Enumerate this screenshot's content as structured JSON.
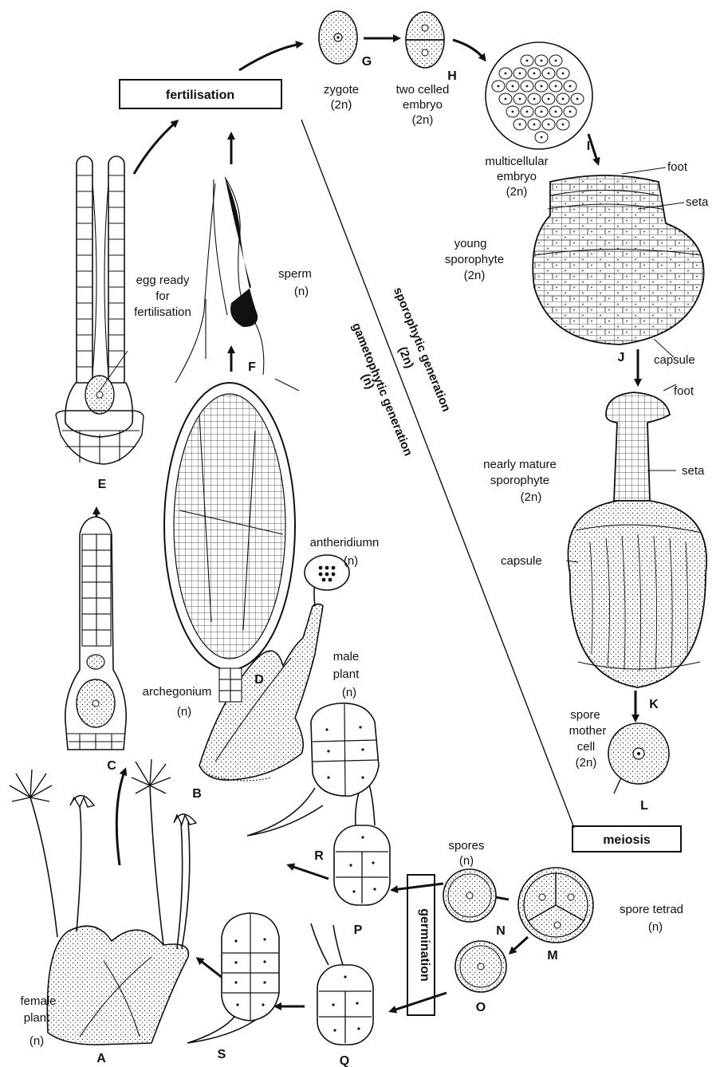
{
  "box": {
    "fertilisation": "fertilisation",
    "meiosis": "meiosis",
    "germination": "germination"
  },
  "stages": {
    "A": "A",
    "B": "B",
    "C": "C",
    "D": "D",
    "E": "E",
    "F": "F",
    "G": "G",
    "H": "H",
    "I": "I",
    "J": "J",
    "K": "K",
    "L": "L",
    "M": "M",
    "N": "N",
    "O": "O",
    "P": "P",
    "Q": "Q",
    "R": "R",
    "S": "S"
  },
  "labels": {
    "zygote": "zygote",
    "zygote_ploidy": "(2n)",
    "two_celled_1": "two celled",
    "two_celled_2": "embryo",
    "two_celled_ploidy": "(2n)",
    "multi_1": "multicellular",
    "multi_2": "embryo",
    "multi_ploidy": "(2n)",
    "foot_top": "foot",
    "seta_top": "seta",
    "young_1": "young",
    "young_2": "sporophyte",
    "young_ploidy": "(2n)",
    "capsule_top": "capsule",
    "foot_mid": "foot",
    "mature_1": "nearly mature",
    "mature_2": "sporophyte",
    "mature_ploidy": "(2n)",
    "seta_mid": "seta",
    "capsule_mid": "capsule",
    "smc_1": "spore",
    "smc_2": "mother",
    "smc_3": "cell",
    "smc_ploidy": "(2n)",
    "tetrad_1": "spore tetrad",
    "tetrad_ploidy": "(n)",
    "spores": "spores",
    "spores_ploidy": "(n)",
    "egg_1": "egg ready",
    "egg_2": "for",
    "egg_3": "fertilisation",
    "sperm": "sperm",
    "sperm_ploidy": "(n)",
    "antheridium": "antheridiumn",
    "antheridium_ploidy": "(n)",
    "male_1": "male",
    "male_2": "plant",
    "male_ploidy": "(n)",
    "archegonium": "archegonium",
    "archegonium_ploidy": "(n)",
    "female_1": "female",
    "female_2": "plant",
    "female_ploidy": "(n)",
    "sporophytic_gen": "sporophytic generation",
    "sporophytic_ploidy": "(2n)",
    "gametophytic_gen": "gametophytic generation",
    "gametophytic_ploidy": "(n)"
  }
}
